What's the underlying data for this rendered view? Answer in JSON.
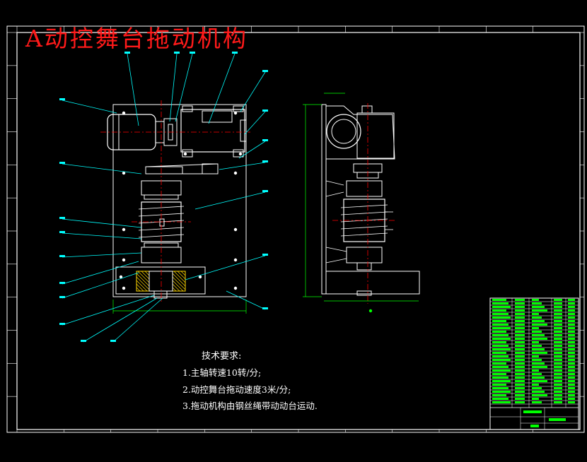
{
  "drawing": {
    "title": "A动控舞台拖动机构",
    "requirements": {
      "heading": "技术要求:",
      "items": [
        "1.主轴转速10转/分;",
        "2.动控舞台拖动速度3米/分;",
        "3.拖动机构由钢丝绳带动动台运动."
      ]
    }
  },
  "colors": {
    "background": "#000000",
    "outline": "#ffffff",
    "leader": "#00ffff",
    "centerline": "#ff0000",
    "dimension": "#00ff00",
    "hatch": "#ffd700",
    "title_text": "#ff1a1a"
  }
}
